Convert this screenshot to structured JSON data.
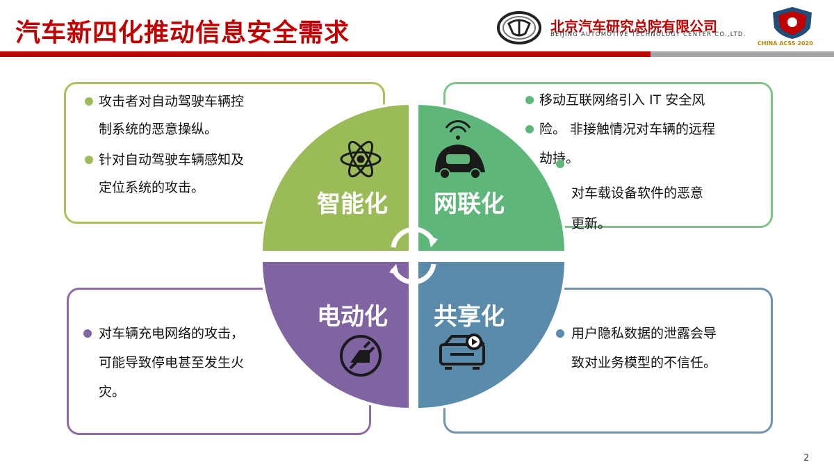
{
  "slide": {
    "title": "汽车新四化推动信息安全需求",
    "page_number": "2"
  },
  "logo": {
    "cn_name": "北京汽车研究总院有限公司",
    "en_name": "BEIJING AUTOMOTIVE TECHNOLOGY CENTER CO.,LTD.",
    "badge_text": "CHINA ACSS 2020"
  },
  "quadrants": {
    "intelligent": {
      "label": "智能化",
      "color": "#9bbb59",
      "icon": "atom-icon"
    },
    "connected": {
      "label": "网联化",
      "color": "#5fb67a",
      "icon": "connected-car-icon"
    },
    "electric": {
      "label": "电动化",
      "color": "#8064a2",
      "icon": "plug-icon"
    },
    "shared": {
      "label": "共享化",
      "color": "#5b8bab",
      "icon": "shared-car-icon"
    }
  },
  "boxes": {
    "intelligent": {
      "lines": [
        "攻击者对自动驾驶车辆控",
        "制系统的恶意操纵。",
        "针对自动驾驶车辆感知及",
        "定位系统的攻击。"
      ]
    },
    "connected": {
      "lines": [
        "移动互联网络引入 IT 安全风",
        "险。  非接触情况对车辆的远程",
        "劫持。",
        "对车载设备软件的恶意",
        "更新。"
      ]
    },
    "electric": {
      "lines": [
        "对车辆充电网络的攻击，",
        "可能导致停电甚至发生火",
        "灾。"
      ]
    },
    "shared": {
      "lines": [
        "用户隐私数据的泄露会导",
        "致对业务模型的不信任。"
      ]
    }
  }
}
